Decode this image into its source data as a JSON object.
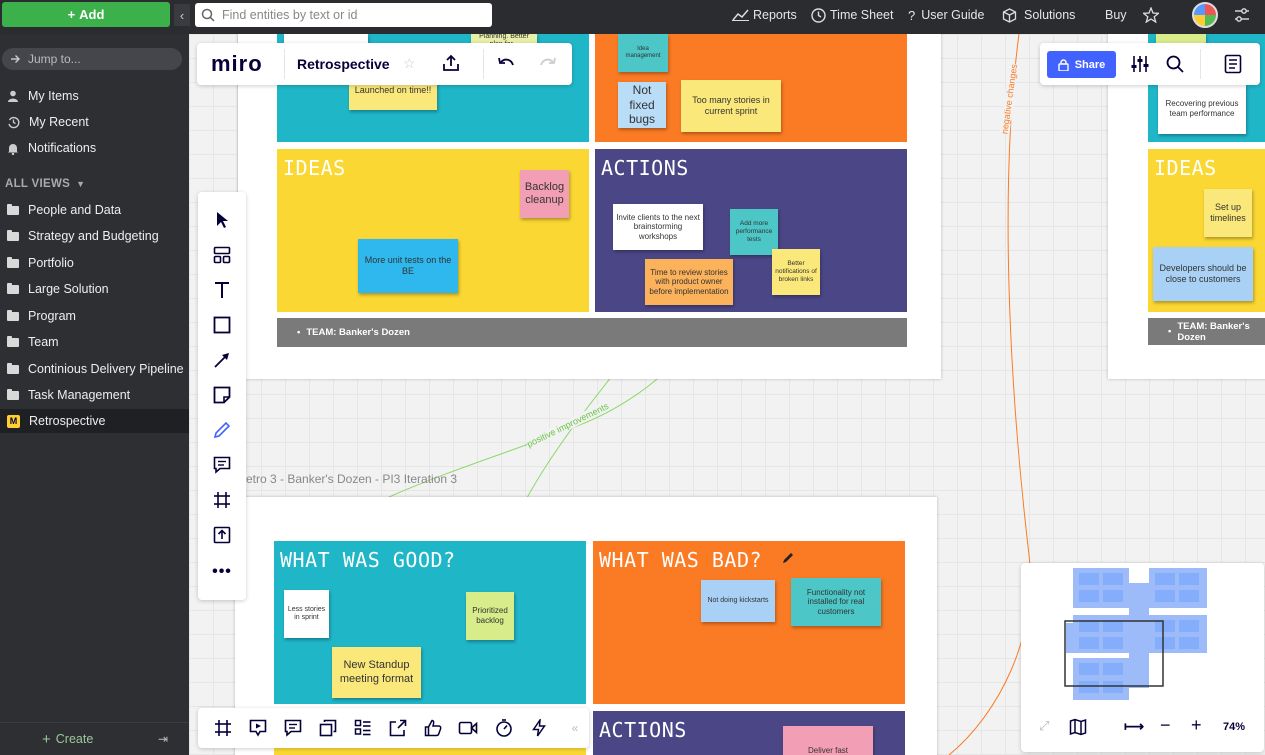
{
  "topbar": {
    "add_label": "Add",
    "search_placeholder": "Find entities by text or id",
    "nav": [
      "Reports",
      "Time Sheet",
      "User Guide",
      "Solutions"
    ],
    "buy_label": "Buy"
  },
  "sidebar": {
    "jump_placeholder": "Jump to...",
    "top_items": [
      "My Items",
      "My Recent",
      "Notifications"
    ],
    "all_views_label": "ALL VIEWS",
    "views": [
      "People and Data",
      "Strategy and Budgeting",
      "Portfolio",
      "Large Solution",
      "Program",
      "Team",
      "Continious Delivery Pipeline",
      "Task Management",
      "Retrospective"
    ],
    "active_view": "Retrospective",
    "create_label": "Create"
  },
  "miro": {
    "logo": "miro",
    "board_title": "Retrospective",
    "share_label": "Share",
    "zoom": "74%",
    "frame_label": "etro 3 - Banker's Dozen - PI3 Iteration 3",
    "connector_labels": {
      "positive": "positive improvements",
      "negative": "negative changes"
    }
  },
  "board1": {
    "ideas_title": "IDEAS",
    "actions_title": "ACTIONS",
    "team_label": "TEAM: Banker's Dozen",
    "stickies": {
      "launched": "Launched on time!!",
      "planning": "Planning. Better plan for...",
      "ideas_mgmt": "Idea management",
      "not_fixed": "Not fixed bugs",
      "too_many": "Too many stories in current sprint",
      "backlog_cleanup": "Backlog cleanup",
      "more_unit_tests": "More unit tests on the BE",
      "invite_clients": "Invite clients to the next brainstorming workshops",
      "add_perf": "Add more performance tests",
      "time_review": "Time to review stories with product owner before implementation",
      "better_notif": "Better notifications of broken links"
    }
  },
  "board2": {
    "good_title": "WHAT WAS GOOD?",
    "bad_title": "WHAT WAS BAD?",
    "actions_title": "ACTIONS",
    "stickies": {
      "less_stories": "Less stories in sprint",
      "prioritized": "Prioritized backlog",
      "standup": "New Standup meeting format",
      "not_kickstarts": "Not doing kickstarts",
      "functionality": "Functionality not installed for real customers",
      "deliver_fast": "Deliver fast"
    }
  },
  "board3": {
    "ideas_title": "IDEAS",
    "team_label": "TEAM: Banker's Dozen",
    "stickies": {
      "recovering": "Recovering previous team performance",
      "set_up": "Set up timelines",
      "developers": "Developers should be close to customers"
    }
  },
  "colors": {
    "teal": "#1fb6c8",
    "orange": "#fb7b24",
    "yellow": "#fad732",
    "navy": "#4b4787",
    "green": "#3cb04a",
    "share": "#4262ff"
  }
}
